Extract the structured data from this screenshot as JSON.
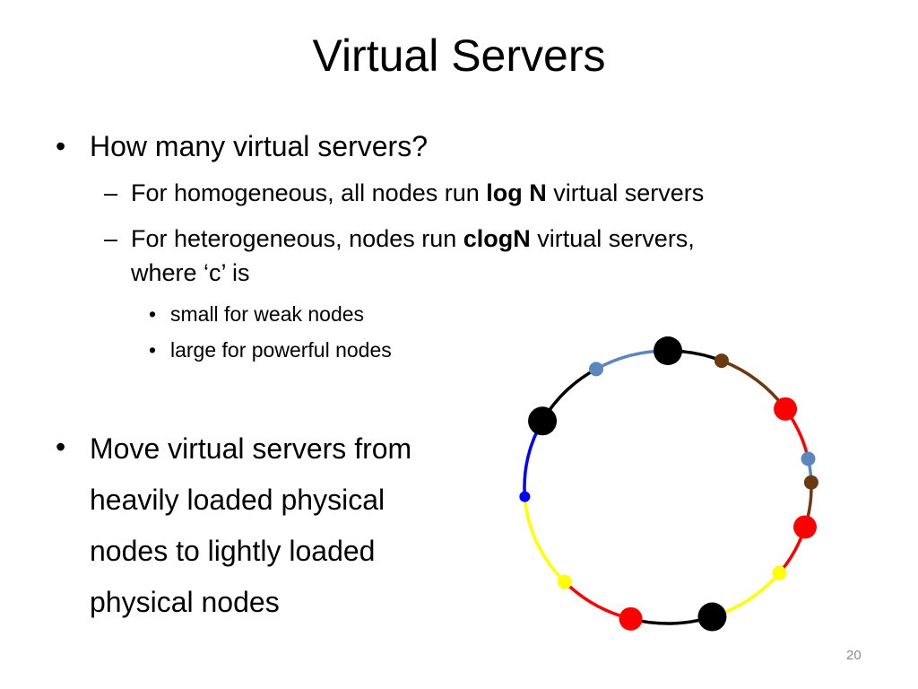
{
  "slide": {
    "title": "Virtual Servers",
    "page_number": "20",
    "bullet1": {
      "symbol": "•",
      "text": "How many virtual servers?",
      "sub": [
        {
          "dash": "–",
          "pre": "For homogeneous, all nodes run ",
          "bold": "log N",
          "post": " virtual servers"
        },
        {
          "dash": "–",
          "pre": "For heterogeneous, nodes run ",
          "bold": "clogN",
          "post": " virtual servers,",
          "line2": "where ‘c’ is",
          "sub": [
            {
              "symbol": "•",
              "text": "small for weak nodes"
            },
            {
              "symbol": "•",
              "text": "large for powerful nodes"
            }
          ]
        }
      ]
    },
    "bullet2": {
      "symbol": "•",
      "lines": [
        "Move virtual servers from",
        "heavily loaded physical",
        "nodes to lightly loaded",
        "physical nodes"
      ]
    }
  },
  "ring_diagram": {
    "colors": {
      "black": "#000000",
      "steel_blue": "#5b87bf",
      "brown": "#6b3a10",
      "red": "#ff0000",
      "yellow": "#ffff00",
      "blue": "#0000ff"
    },
    "arcs": [
      {
        "color": "black"
      },
      {
        "color": "brown"
      },
      {
        "color": "red"
      },
      {
        "color": "steel_blue"
      },
      {
        "color": "brown"
      },
      {
        "color": "red"
      },
      {
        "color": "yellow"
      },
      {
        "color": "black"
      },
      {
        "color": "red"
      },
      {
        "color": "yellow"
      },
      {
        "color": "blue"
      },
      {
        "color": "black"
      },
      {
        "color": "steel_blue"
      }
    ],
    "nodes": [
      {
        "color": "black"
      },
      {
        "color": "brown"
      },
      {
        "color": "red"
      },
      {
        "color": "steel_blue"
      },
      {
        "color": "brown"
      },
      {
        "color": "red"
      },
      {
        "color": "yellow"
      },
      {
        "color": "black"
      },
      {
        "color": "red"
      },
      {
        "color": "yellow"
      },
      {
        "color": "blue"
      },
      {
        "color": "black"
      },
      {
        "color": "steel_blue"
      }
    ]
  }
}
